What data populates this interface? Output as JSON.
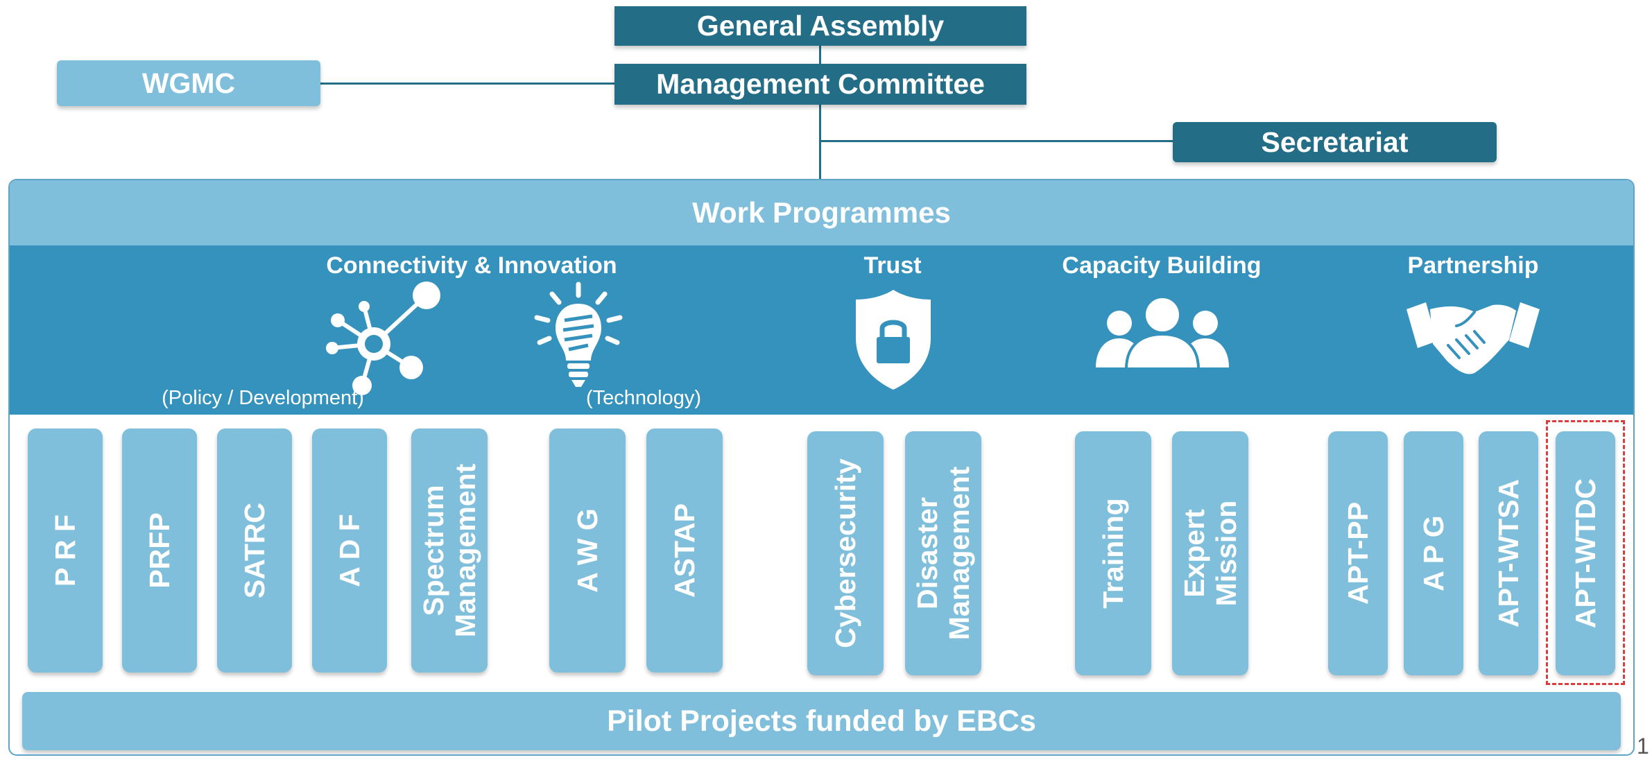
{
  "top": {
    "general_assembly": "General Assembly",
    "management_committee": "Management Committee",
    "wgmc": "WGMC",
    "secretariat": "Secretariat"
  },
  "work_programmes": {
    "title": "Work Programmes",
    "categories": {
      "connectivity": {
        "title": "Connectivity & Innovation",
        "sub_policy": "(Policy / Development)",
        "sub_technology": "(Technology)",
        "icons": [
          "network-hub-icon",
          "lightbulb-icon"
        ]
      },
      "trust": {
        "title": "Trust",
        "icon": "shield-lock-icon"
      },
      "capacity": {
        "title": "Capacity Building",
        "icon": "people-group-icon"
      },
      "partnership": {
        "title": "Partnership",
        "icon": "handshake-icon"
      }
    },
    "programmes": [
      "P R F",
      "PRFP",
      "SATRC",
      "A D F",
      "Spectrum\nManagement",
      "A W G",
      "ASTAP",
      "Cybersecurity",
      "Disaster\nManagement",
      "Training",
      "Expert\nMission",
      "APT-PP",
      "A P G",
      "APT-WTSA",
      "APT-WTDC"
    ],
    "highlighted": "APT-WTDC",
    "pilot": "Pilot Projects funded by EBCs"
  },
  "page_number": "1",
  "colors": {
    "dark": "#236d87",
    "light": "#80bfdb",
    "band": "#3592bd",
    "highlight": "#e03a3a"
  }
}
